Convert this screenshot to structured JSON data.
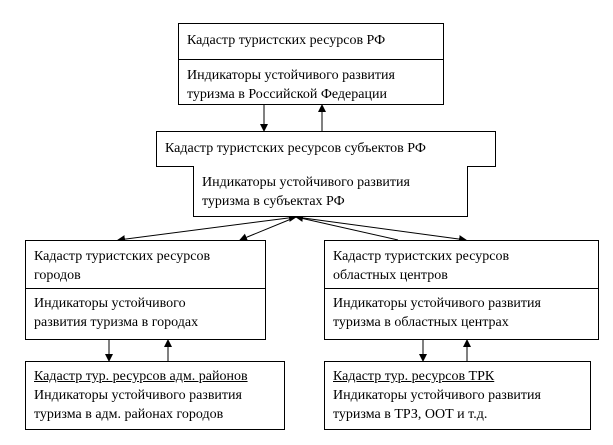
{
  "federal": {
    "title": "Кадастр туристских  ресурсов РФ",
    "indicators": "Индикаторы устойчивого развития\nтуризма  в Российской Федерации"
  },
  "subjects": {
    "title": "Кадастр туристских  ресурсов субъектов РФ",
    "indicators": "Индикаторы устойчивого развития\nтуризма в субъектах РФ"
  },
  "cities": {
    "title": "Кадастр туристских  ресурсов\nгородов",
    "indicators": "Индикаторы устойчивого\nразвития  туризма в городах"
  },
  "regional_centers": {
    "title": "Кадастр туристских  ресурсов\nобластных центров",
    "indicators": "Индикаторы устойчивого развития\nтуризма в областных центрах"
  },
  "districts": {
    "title": "Кадастр тур. ресурсов адм. районов",
    "indicators": "Индикаторы устойчивого развития\nтуризма в адм. районах городов"
  },
  "trk": {
    "title": "Кадастр тур. ресурсов ТРК",
    "indicators": "Индикаторы устойчивого развития\nтуризма в ТРЗ, ООТ и т.д."
  }
}
